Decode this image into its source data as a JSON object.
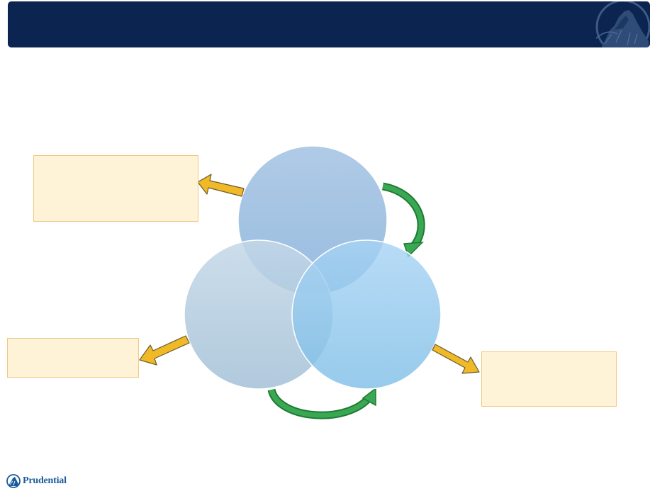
{
  "brand": {
    "name": "Prudential",
    "header_logo": "rock-of-gibraltar-logo",
    "footer_icon": "rock-of-gibraltar-icon"
  },
  "colors": {
    "title_bar": "#0b2550",
    "circle_top": "#8fb5dc",
    "circle_left": "#a9c4da",
    "circle_right": "#8cc5ec",
    "callout_fill": "#fef3d6",
    "callout_border": "#f1c883",
    "yellow_arrow": "#f0b928",
    "green_arrow": "#2f9a45"
  },
  "diagram": {
    "type": "three-circle-venn",
    "circles": [
      {
        "id": "top",
        "label": ""
      },
      {
        "id": "bottom-left",
        "label": ""
      },
      {
        "id": "bottom-right",
        "label": ""
      }
    ],
    "callouts": [
      {
        "id": "top-left",
        "text": ""
      },
      {
        "id": "bottom-left",
        "text": ""
      },
      {
        "id": "bottom-right",
        "text": ""
      }
    ],
    "connectors": [
      {
        "from": "top",
        "to": "bottom-right",
        "style": "curved-green-arrow"
      },
      {
        "from": "bottom-left",
        "to": "bottom-right",
        "style": "curved-green-arrow"
      }
    ]
  }
}
